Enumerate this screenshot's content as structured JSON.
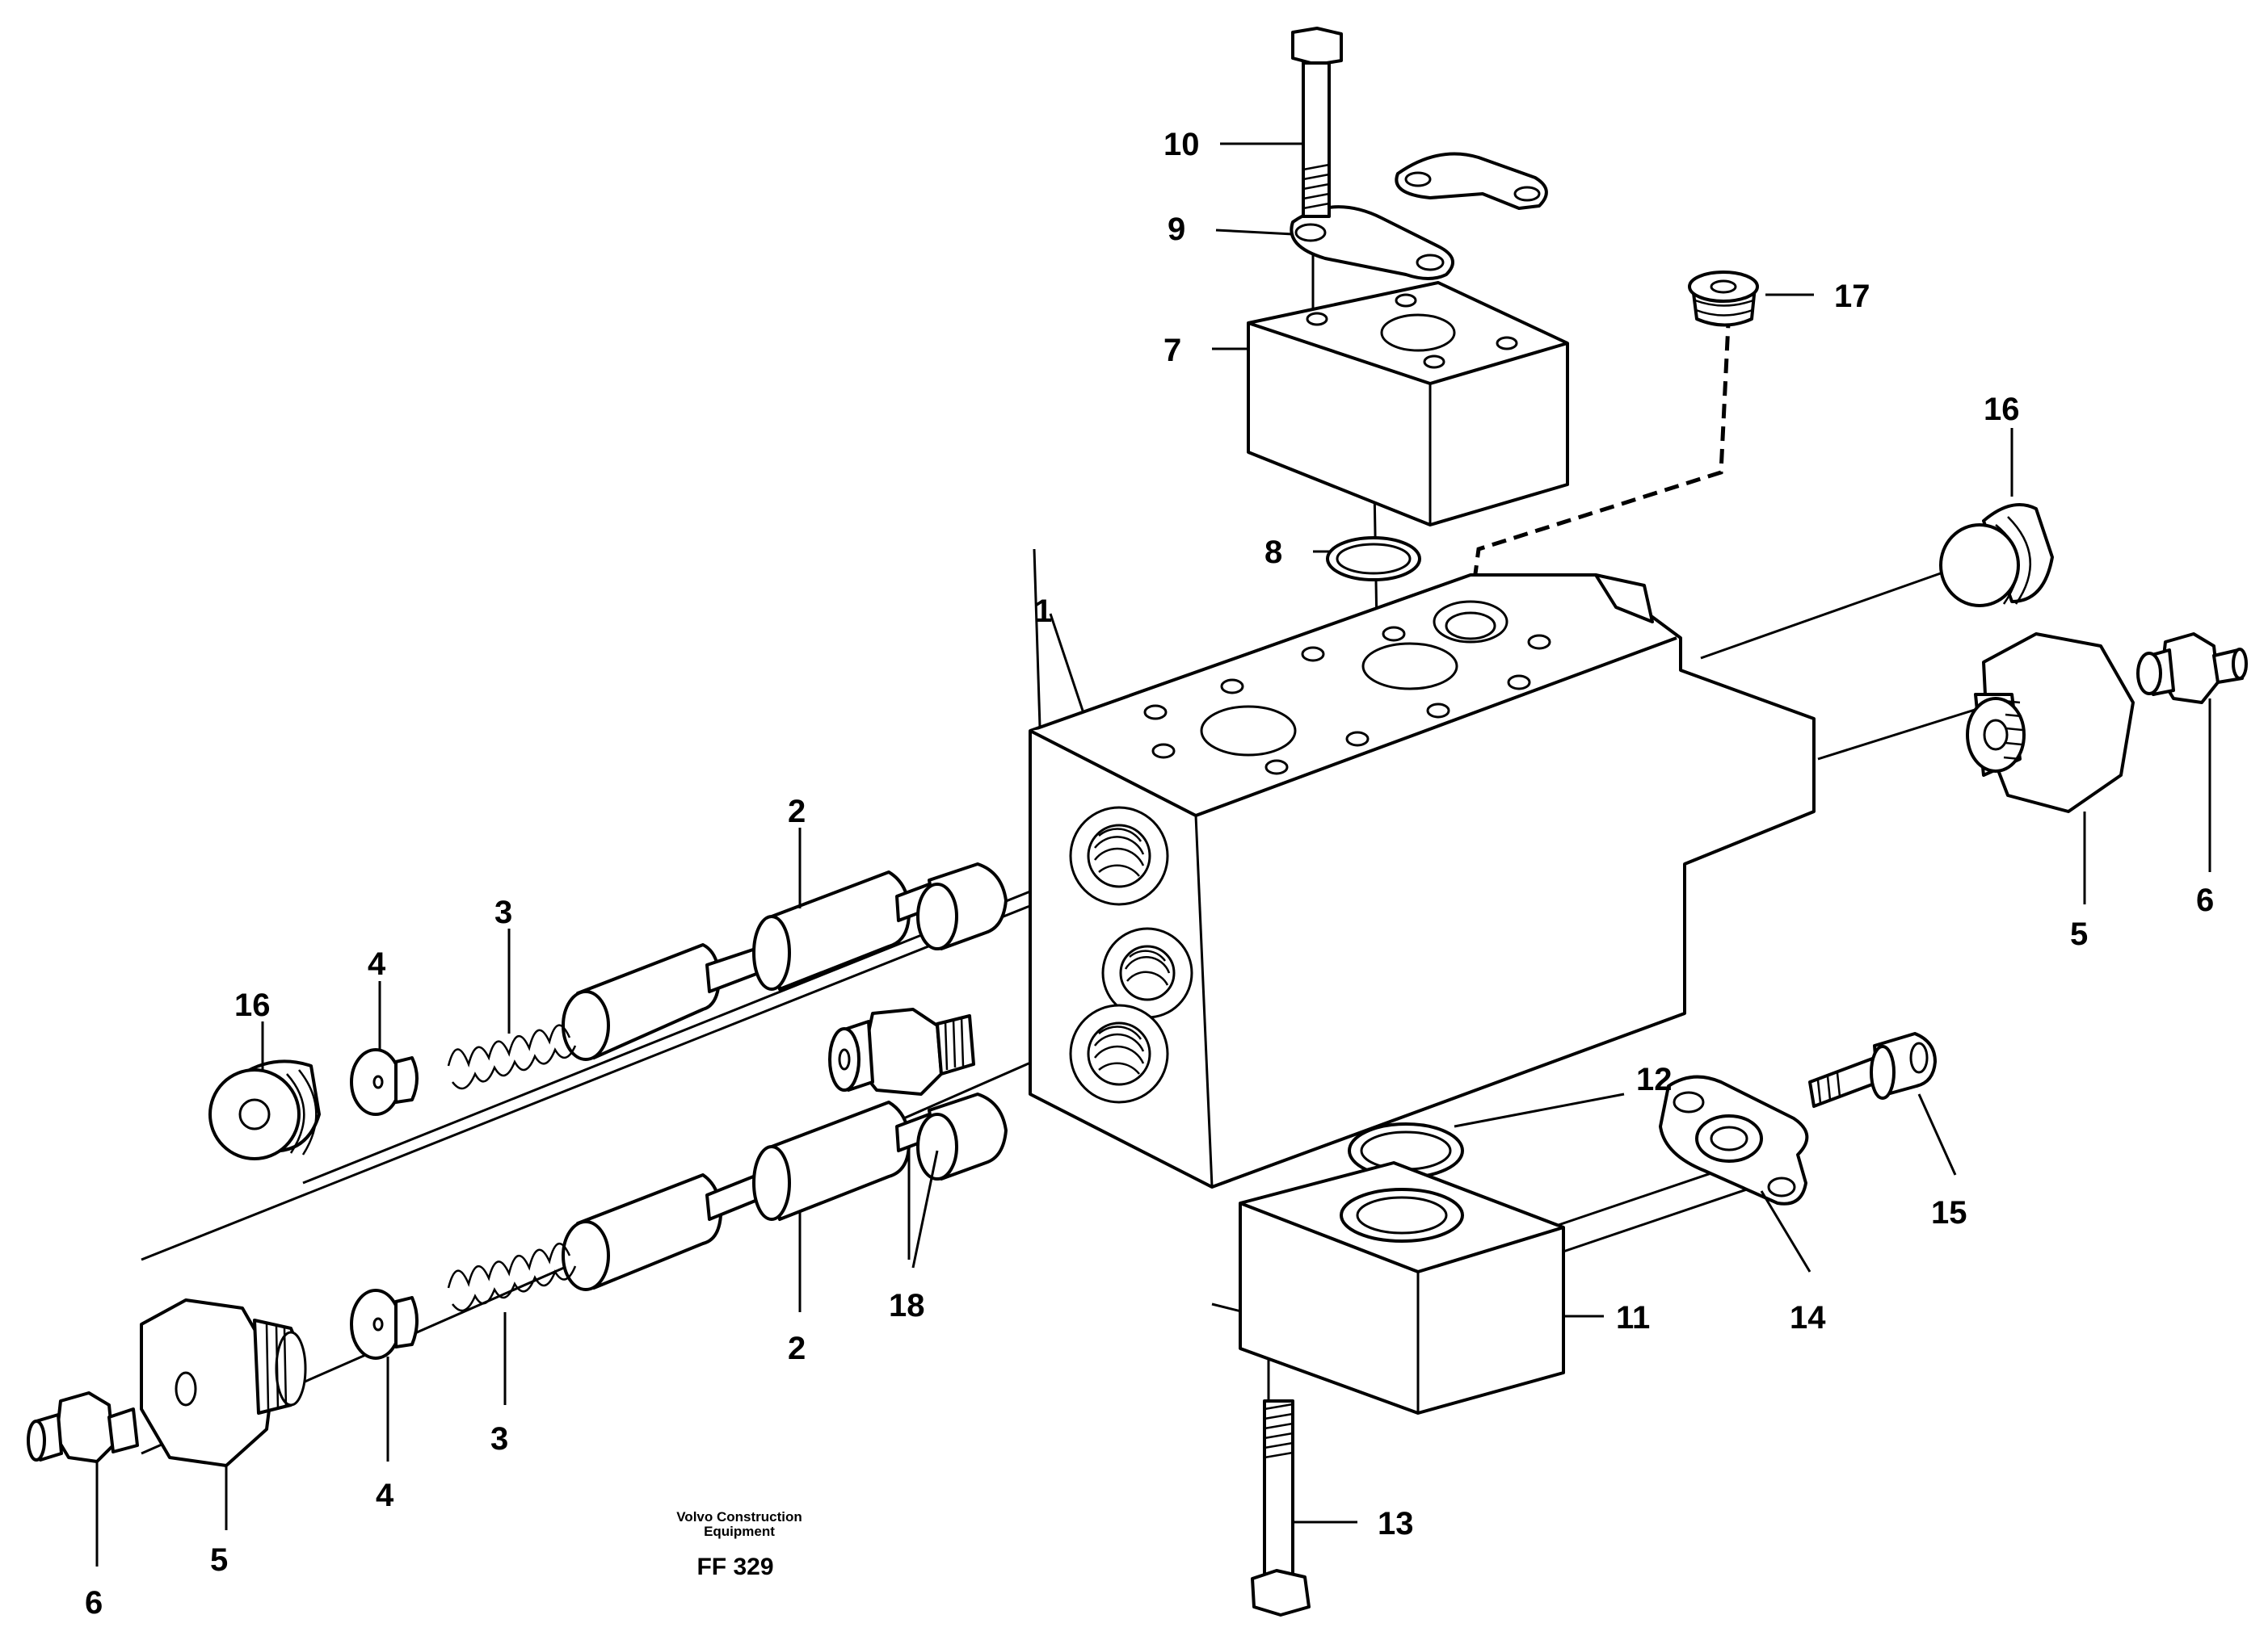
{
  "callouts": {
    "c1": "1",
    "c2a": "2",
    "c2b": "2",
    "c3a": "3",
    "c3b": "3",
    "c4a": "4",
    "c4b": "4",
    "c5a": "5",
    "c5b": "5",
    "c6a": "6",
    "c6b": "6",
    "c7": "7",
    "c8": "8",
    "c9": "9",
    "c10": "10",
    "c11": "11",
    "c12": "12",
    "c13": "13",
    "c14": "14",
    "c15": "15",
    "c16a": "16",
    "c16b": "16",
    "c17": "17",
    "c18": "18"
  },
  "footer": {
    "brand_line1": "Volvo Construction",
    "brand_line2": "Equipment",
    "code": "FF 329"
  }
}
